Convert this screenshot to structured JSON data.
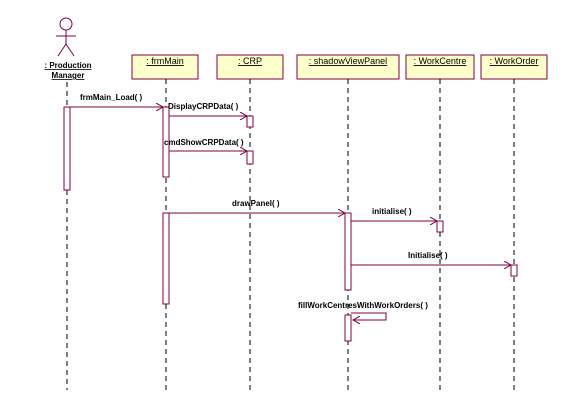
{
  "diagram": {
    "actor": {
      "name_line1": ": Production",
      "name_line2": "Manager"
    },
    "objects": [
      {
        "label": ": frmMain"
      },
      {
        "label": ": CRP"
      },
      {
        "label": ": shadowViewPanel"
      },
      {
        "label": ": WorkCentre"
      },
      {
        "label": ": WorkOrder"
      }
    ],
    "messages": [
      {
        "label": "frmMain_Load( )"
      },
      {
        "label": "DisplayCRPData( )"
      },
      {
        "label": "cmdShowCRPData( )"
      },
      {
        "label": "drawPanel( )"
      },
      {
        "label": "initialise( )"
      },
      {
        "label": "Initialise( )"
      },
      {
        "label": "fillWorkCentresWithWorkOrders( )"
      }
    ],
    "colors": {
      "object_fill": "#ffffcc",
      "object_border": "#800040",
      "activation_border": "#800040",
      "lifeline": "#000000",
      "message_line": "#800040"
    }
  }
}
